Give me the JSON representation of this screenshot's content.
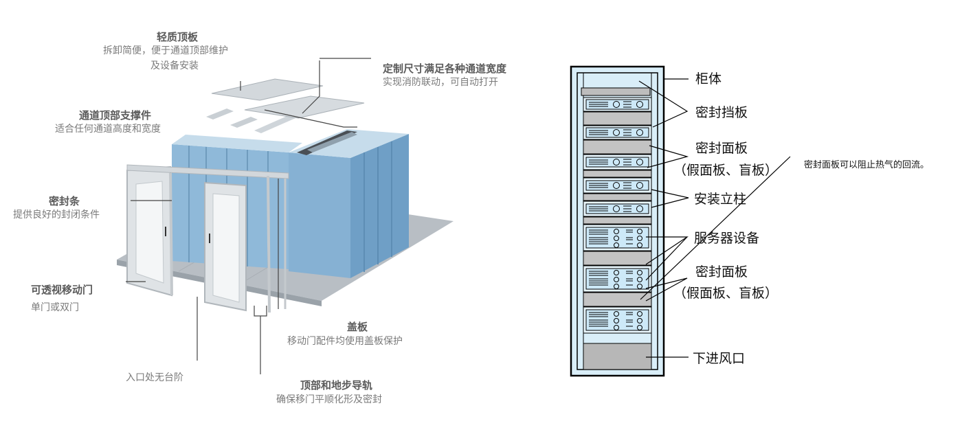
{
  "left_diagram": {
    "top_panel": {
      "title": "轻质顶板",
      "line1": "拆卸简便，便于通道顶部维护",
      "line2": "及设备安装"
    },
    "custom_size": {
      "title": "定制尺寸满足各种通道宽度",
      "sub": "实现消防联动，可自动打开"
    },
    "roof_support": {
      "title": "通道顶部支撑件",
      "sub": "适合任何通道高度和宽度"
    },
    "seal_strip": {
      "title": "密封条",
      "sub": "提供良好的封闭条件"
    },
    "sliding_door": {
      "title": "可透视移动门",
      "sub": "单门或双门"
    },
    "cover_plate": {
      "title": "盖板",
      "sub": "移动门配件均使用盖板保护"
    },
    "entrance": {
      "text": "入口处无台阶"
    },
    "rails": {
      "title": "顶部和地步导轨",
      "sub": "确保移门平顺化形及密封"
    }
  },
  "rack_diagram": {
    "labels": {
      "cabinet": "柜体",
      "seal_baffle": "密封挡板",
      "seal_panel_1": "密封面板",
      "seal_panel_1_sub": "（假面板、盲板）",
      "mount_column": "安装立柱",
      "server": "服务器设备",
      "seal_panel_2": "密封面板",
      "seal_panel_2_sub": "（假面板、盲板）",
      "bottom_inlet": "下进风口"
    },
    "note": "密封面板可以阻止热气的回流。"
  },
  "colors": {
    "cabinet_blue": "#8fb9d9",
    "rack_fill": "#d9eef8",
    "floor": "#b5bcc2"
  }
}
